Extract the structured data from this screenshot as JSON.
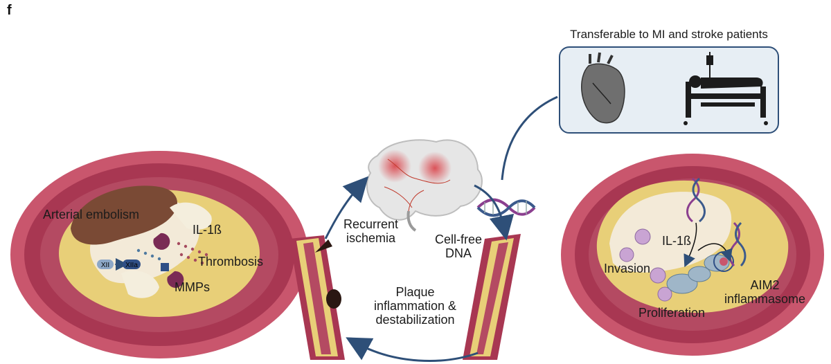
{
  "panel_label": "f",
  "header": {
    "title": "Transferable to MI and stroke patients"
  },
  "left_section": {
    "arterial_embolism": "Arterial embolism",
    "il1b": "IL-1ß",
    "thrombosis": "Thrombosis",
    "mmps": "MMPs",
    "xii": "XII",
    "xiia": "XIIa"
  },
  "center_section": {
    "recurrent_ischemia": "Recurrent\nischemia",
    "cell_free_dna": "Cell-free\nDNA",
    "plaque_text": "Plaque\ninflammation &\ndestabilization"
  },
  "right_section": {
    "il1b": "IL-1ß",
    "invasion": "Invasion",
    "proliferation": "Proliferation",
    "aim2": "AIM2\ninflammasome"
  },
  "colors": {
    "vessel_outer": "#c9566d",
    "vessel_mid": "#a83752",
    "plaque_yellow": "#e8cf78",
    "lumen": "#f3ead8",
    "clot": "#7a4a35",
    "arrow": "#2e4f78",
    "box_fill": "#e7eef4",
    "box_stroke": "#2e4f78",
    "dna_purple": "#8b3f8f",
    "dna_blue": "#3b5a8c"
  },
  "icons": [
    "heart-icon",
    "hospital-bed-icon",
    "brain-icon",
    "dna-icon"
  ]
}
